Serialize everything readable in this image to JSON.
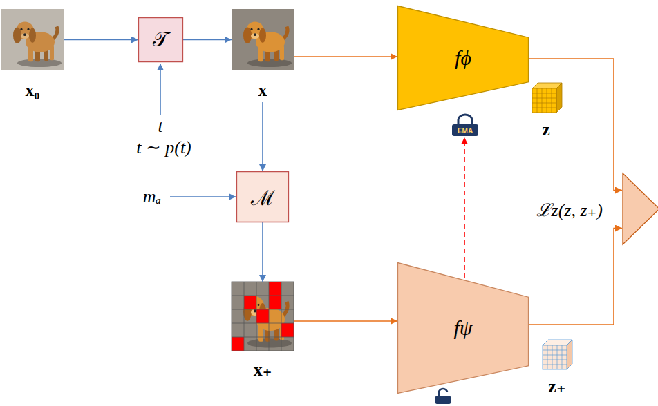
{
  "diagram": {
    "nodes": [
      {
        "text": [
          "x₀"
        ]
      },
      {
        "text": [
          "𝒯"
        ]
      },
      {
        "text": [
          "x"
        ]
      },
      {
        "text": [
          "fϕ"
        ]
      },
      {
        "text": [
          "ℳ"
        ]
      },
      {
        "text": [
          "ℒz(z, z₊)"
        ]
      },
      {
        "text": [
          "x₊"
        ]
      },
      {
        "text": [
          "fψ"
        ]
      }
    ],
    "edges": [
      {
        "from": 0,
        "to": 1,
        "arrow": "to"
      },
      {
        "from": 1,
        "to": 2,
        "arrow": "to"
      },
      {
        "from": 2,
        "to": 3,
        "arrow": "to"
      },
      {
        "from": 2,
        "to": 4,
        "arrow": "to"
      },
      {
        "from": 4,
        "to": 6,
        "arrow": "to"
      },
      {
        "from": 6,
        "to": 7,
        "arrow": "to"
      },
      {
        "from": 7,
        "to": 3,
        "arrow": "to"
      },
      {
        "from": 3,
        "to": 5,
        "arrow": "to"
      },
      {
        "from": 7,
        "to": 5,
        "arrow": "to"
      }
    ],
    "labels": [
      "t",
      "t ∼ p(t)",
      "mₐ",
      "EMA",
      "z",
      "z₊"
    ]
  }
}
